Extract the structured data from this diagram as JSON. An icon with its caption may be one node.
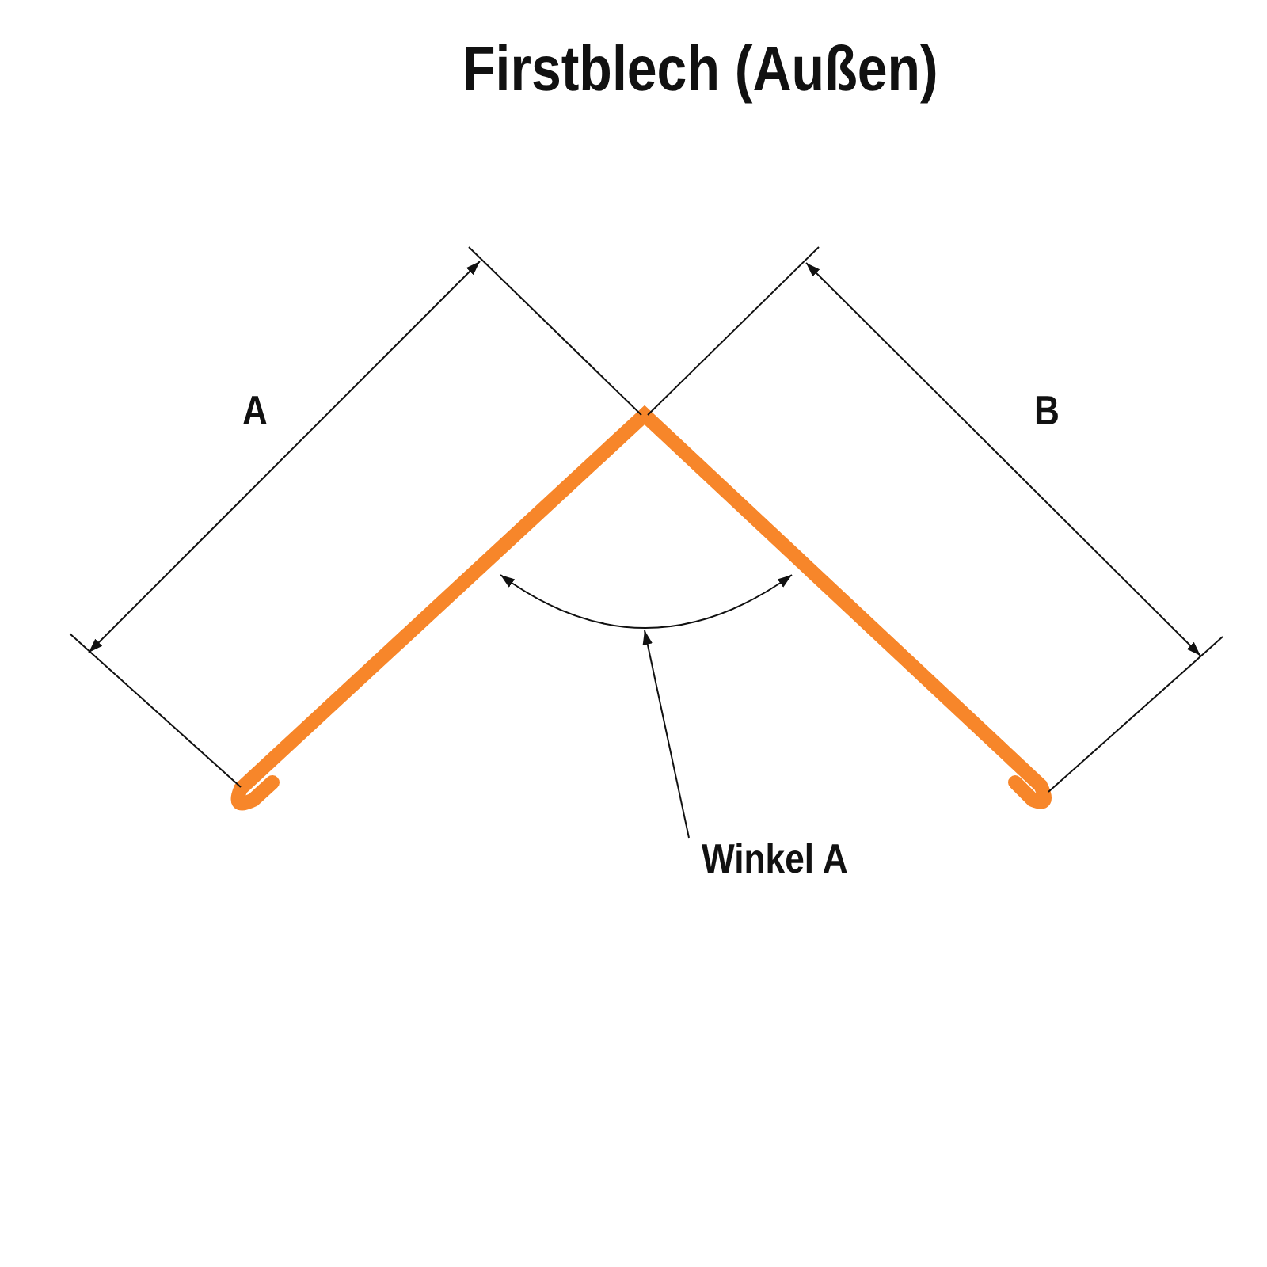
{
  "diagram": {
    "title": "Firstblech (Außen)",
    "nodes": [
      {
        "text": [
          "Winkel A"
        ]
      },
      {
        "text": [],
        "shape": "arc"
      }
    ],
    "edges": [
      {
        "from": 0,
        "to": 1,
        "arrow": "to"
      }
    ],
    "labels": [
      "A",
      "B"
    ]
  }
}
